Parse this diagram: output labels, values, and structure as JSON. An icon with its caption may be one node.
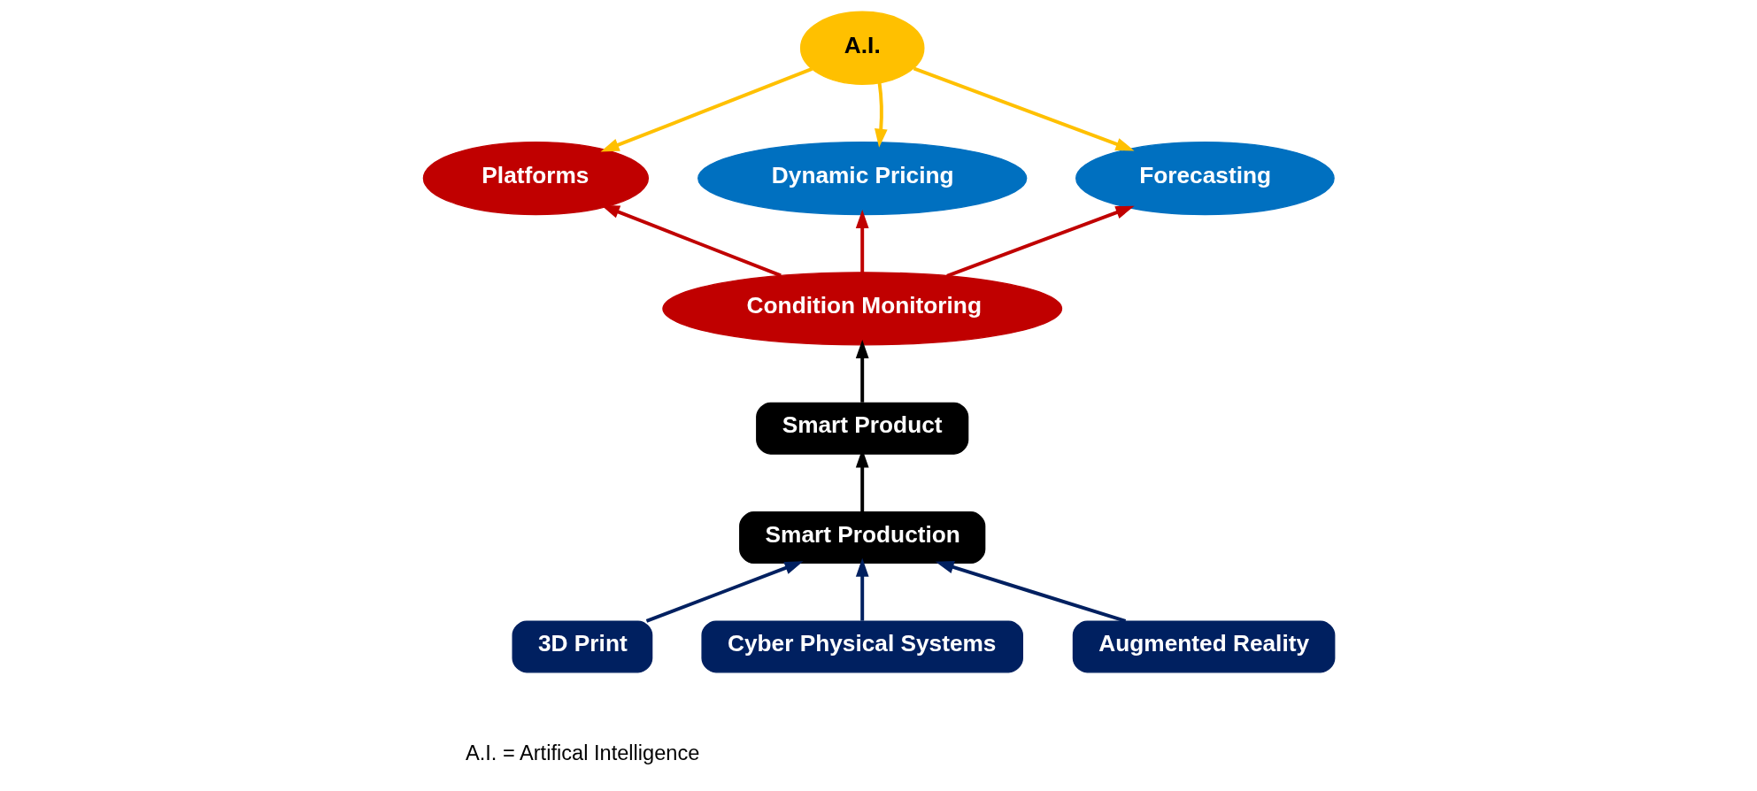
{
  "diagram": {
    "nodes": [
      {
        "text": [
          "A.I."
        ]
      },
      {
        "text": [
          "Platforms"
        ]
      },
      {
        "text": [
          "Dynamic Pricing"
        ]
      },
      {
        "text": [
          "Condition Monitoring"
        ]
      },
      {
        "text": [
          "Forecasting"
        ]
      },
      {
        "text": [
          "Smart Product"
        ]
      },
      {
        "text": [
          "Smart Production"
        ]
      },
      {
        "text": [
          "3D Print"
        ]
      },
      {
        "text": [
          "Cyber Physical Systems"
        ]
      },
      {
        "text": [
          "Augmented Reality"
        ]
      }
    ],
    "edges": [
      {
        "from": 0,
        "to": 1,
        "arrow": "to",
        "color": "#ffc000"
      },
      {
        "from": 0,
        "to": 2,
        "arrow": "to",
        "color": "#ffc000"
      },
      {
        "from": 0,
        "to": 4,
        "arrow": "to",
        "color": "#ffc000"
      },
      {
        "from": 3,
        "to": 1,
        "arrow": "to",
        "color": "#c00000"
      },
      {
        "from": 3,
        "to": 2,
        "arrow": "to",
        "color": "#c00000"
      },
      {
        "from": 3,
        "to": 4,
        "arrow": "to",
        "color": "#c00000"
      },
      {
        "from": 5,
        "to": 3,
        "arrow": "to",
        "color": "#000000"
      },
      {
        "from": 6,
        "to": 5,
        "arrow": "to",
        "color": "#000000"
      },
      {
        "from": 7,
        "to": 6,
        "arrow": "to",
        "color": "#002060"
      },
      {
        "from": 8,
        "to": 6,
        "arrow": "to",
        "color": "#002060"
      },
      {
        "from": 9,
        "to": 6,
        "arrow": "to",
        "color": "#002060"
      }
    ],
    "labels": [
      "A.I. = Artifical Intelligence"
    ]
  }
}
